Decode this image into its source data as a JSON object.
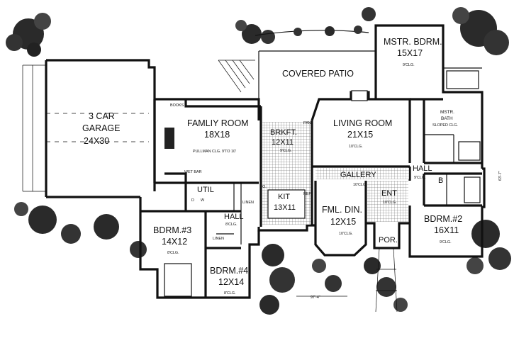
{
  "rooms": {
    "garage": {
      "name_line1": "3 CAR",
      "name_line2": "GARAGE",
      "size": "24X30"
    },
    "covered_patio": {
      "name": "COVERED PATIO"
    },
    "master_bedroom": {
      "name": "MSTR. BDRM.",
      "size": "15X17",
      "note": "9'CLG."
    },
    "master_bath": {
      "name_line1": "MSTR.",
      "name_line2": "BATH",
      "note": "SLOPED CLG."
    },
    "family_room": {
      "name": "FAMLIY ROOM",
      "size": "18X18",
      "note": "PULLMAN CLG. 9'TO 10'"
    },
    "books": {
      "name": "BOOKS"
    },
    "wet_bar": {
      "name": "WET BAR"
    },
    "breakfast": {
      "name": "BRKFT.",
      "size": "12X11",
      "note": "9'CLG."
    },
    "living_room": {
      "name": "LIVING ROOM",
      "size": "21X15",
      "note": "10'CLG."
    },
    "gallery": {
      "name": "GALLERY",
      "note": "10'CLG."
    },
    "kitchen": {
      "name": "KIT",
      "size": "13X11"
    },
    "utility": {
      "name": "UTIL",
      "dryer": "D",
      "washer": "W"
    },
    "linen_upper": {
      "name": "LINEN"
    },
    "linen_lower": {
      "name": "LINEN"
    },
    "hall_lower": {
      "name": "HALL",
      "note": "8'CLG."
    },
    "hall_right": {
      "name": "HALL",
      "note": "9'CLG."
    },
    "bath_b": {
      "name": "B"
    },
    "entry": {
      "name": "ENT",
      "note": "10'CLG."
    },
    "formal_dining": {
      "name": "FML. DIN.",
      "size": "12X15",
      "note": "10'CLG."
    },
    "porch": {
      "name": "POR."
    },
    "bedroom2": {
      "name": "BDRM.#2",
      "size": "16X11",
      "note": "9'CLG."
    },
    "bedroom3": {
      "name": "BDRM.#3",
      "size": "14X12",
      "note": "8'CLG."
    },
    "bedroom4": {
      "name": "BDRM.#4",
      "size": "12X14",
      "note": "8'CLG."
    },
    "ref": {
      "name": "REF."
    },
    "pantry": {
      "name": "PAN."
    },
    "oven": {
      "name": "O."
    }
  },
  "dimensions": {
    "overall_width": "97'-4\"",
    "overall_depth": "63'-7\""
  }
}
